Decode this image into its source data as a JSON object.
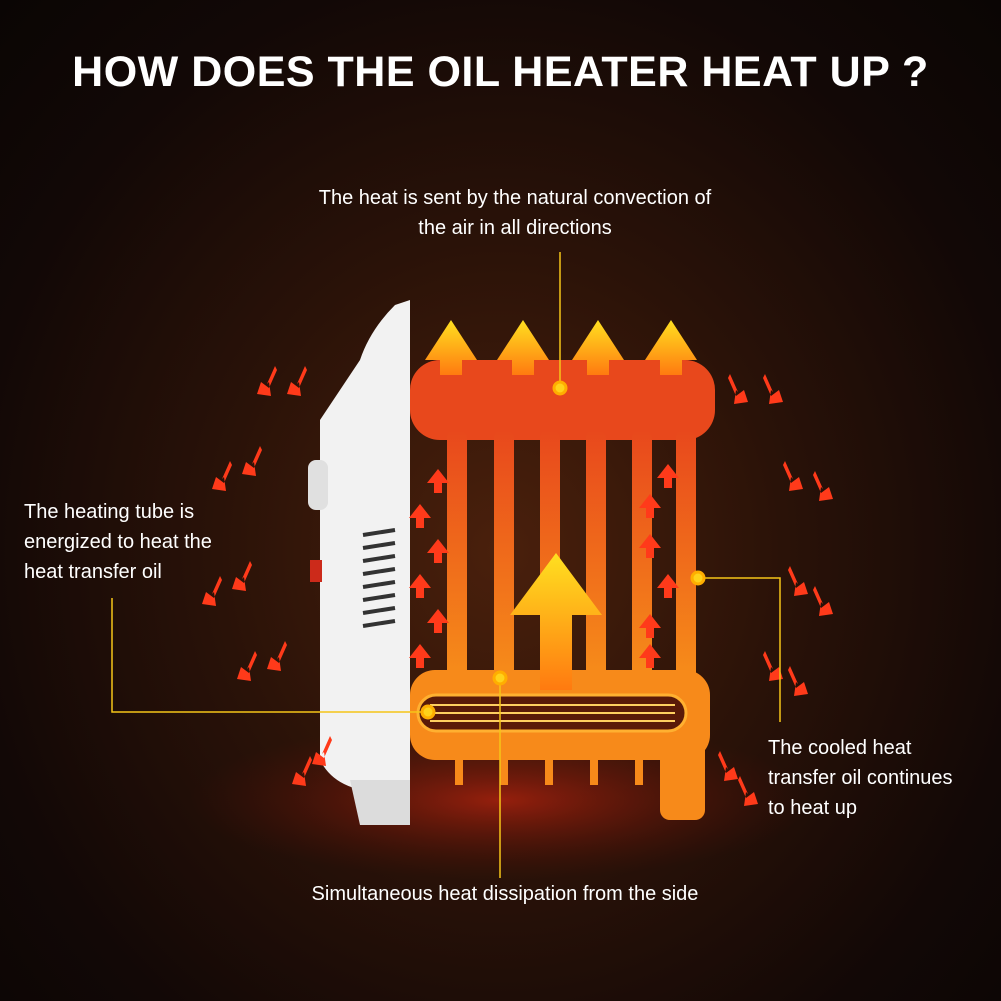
{
  "title": "HOW DOES THE OIL HEATER HEAT UP ?",
  "labels": {
    "top": [
      "The heat is sent by the natural convection of",
      "the air in all directions"
    ],
    "left": [
      "The heating tube is",
      "energized to heat the",
      "heat transfer oil"
    ],
    "right": [
      "The cooled heat",
      "transfer oil continues",
      "to heat up"
    ],
    "bottom": "Simultaneous heat dissipation from the side"
  },
  "colors": {
    "accent": "#f5c518",
    "radiator": "#f0581c",
    "arrow_red": "#ff3a1a",
    "arrow_yellow": "#ffd21a"
  }
}
